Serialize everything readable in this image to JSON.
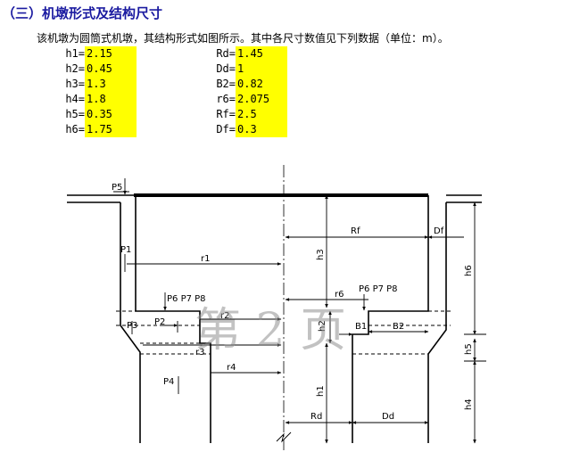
{
  "title": "（三）机墩形式及结构尺寸",
  "intro": "该机墩为圆筒式机墩，其结构形式如图所示。其中各尺寸数值见下列数据（单位：m）。",
  "params_left": [
    {
      "label": "h1=",
      "value": "2.15"
    },
    {
      "label": "h2=",
      "value": "0.45"
    },
    {
      "label": "h3=",
      "value": "1.3"
    },
    {
      "label": "h4=",
      "value": "1.8"
    },
    {
      "label": "h5=",
      "value": "0.35"
    },
    {
      "label": "h6=",
      "value": "1.75"
    }
  ],
  "params_right": [
    {
      "label": "Rd=",
      "value": "1.45"
    },
    {
      "label": "Dd=",
      "value": "1"
    },
    {
      "label": "B2=",
      "value": "0.82"
    },
    {
      "label": "r6=",
      "value": "2.075"
    },
    {
      "label": "Rf=",
      "value": "2.5"
    },
    {
      "label": "Df=",
      "value": "0.3"
    }
  ],
  "drawing": {
    "labels": {
      "p5": "P5",
      "p1": "P1",
      "r1": "r1",
      "rf": "Rf",
      "df": "Df",
      "h3": "h3",
      "h6": "h6",
      "p678_left": "P6 P7 P8",
      "p678_right": "P6 P7 P8",
      "r6": "r6",
      "p2": "P2",
      "r2": "r2",
      "p3": "P3",
      "h2": "h2",
      "b1": "B1",
      "b2": "B2",
      "h5": "h5",
      "r3": "r3",
      "r4": "r4",
      "p4": "P4",
      "h1": "h1",
      "h4": "h4",
      "rd": "Rd",
      "dd": "Dd"
    },
    "watermark": "第 2 页"
  }
}
